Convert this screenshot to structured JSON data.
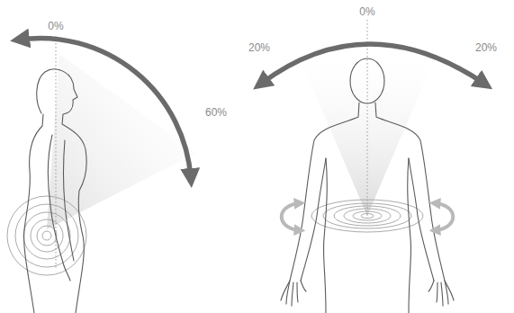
{
  "diagram": {
    "labels": [
      "0%",
      "60%",
      "20%",
      "0%",
      "20%"
    ]
  }
}
